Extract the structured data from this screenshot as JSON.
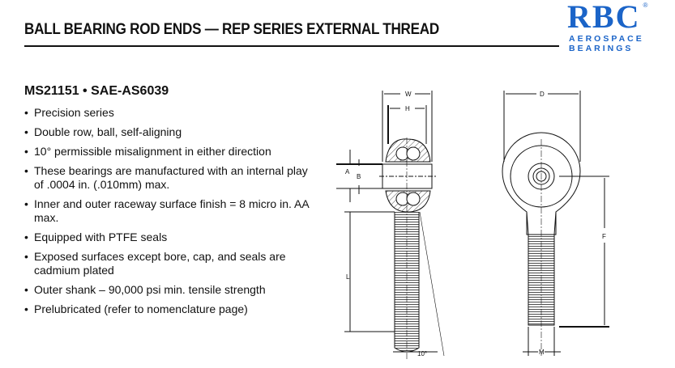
{
  "header": {
    "title": "BALL BEARING ROD ENDS — REP SERIES EXTERNAL THREAD"
  },
  "logo": {
    "brand": "RBC",
    "line1": "AEROSPACE",
    "line2": "BEARINGS",
    "registered": "®",
    "color": "#1b64c8"
  },
  "spec": {
    "subtitle": "MS21151 • SAE-AS6039"
  },
  "features": [
    "Precision series",
    "Double row, ball, self-aligning",
    "10° permissible misalignment in either direction",
    "These bearings are manufactured with an internal play of .0004 in. (.010mm) max.",
    "Inner and outer raceway surface finish = 8 micro in. AA max.",
    "Equipped with PTFE seals",
    "Exposed surfaces except bore, cap, and seals are cadmium plated",
    "Outer shank – 90,000 psi min. tensile strength",
    "Prelubricated (refer to nomenclature page)"
  ],
  "diagram": {
    "side": {
      "W": "W",
      "H": "H",
      "A": "A",
      "B": "B",
      "L": "L",
      "angle": "10°"
    },
    "front": {
      "D": "D",
      "F": "F",
      "M": "M"
    }
  }
}
